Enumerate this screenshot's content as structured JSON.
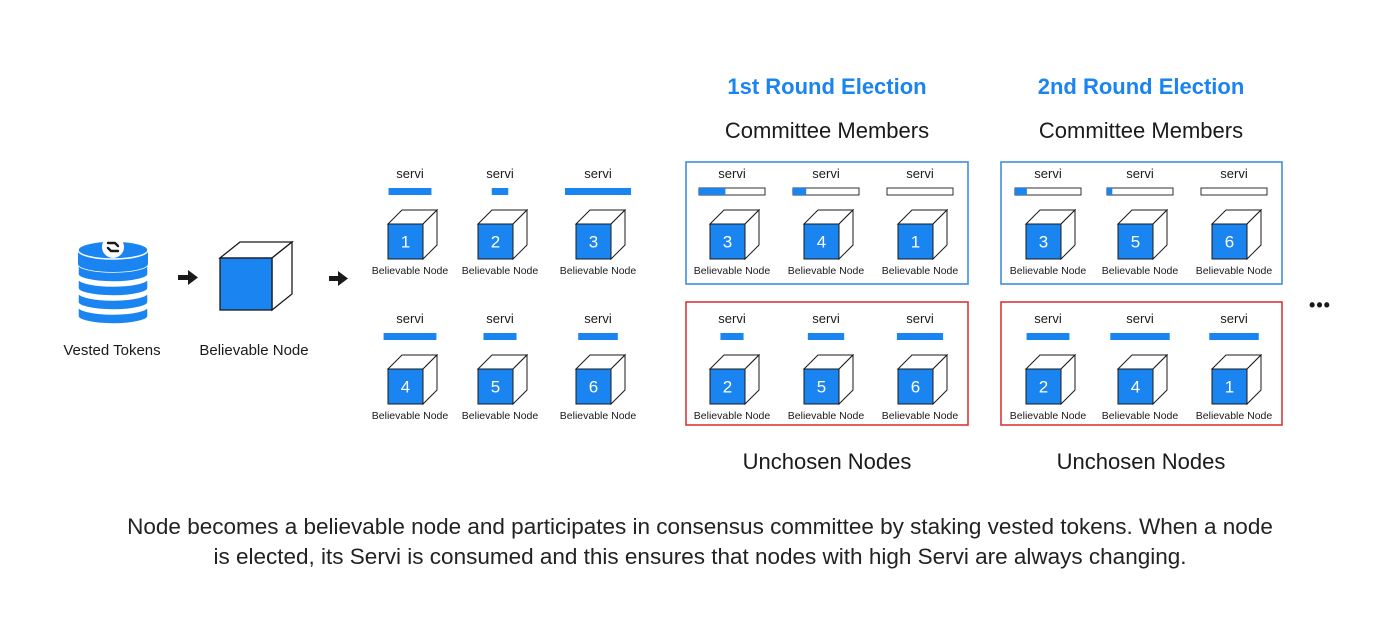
{
  "stake": {
    "vested_label": "Vested Tokens",
    "believable_label": "Believable Node"
  },
  "candidates": {
    "node_label": "Believable Node",
    "servi_label": "servi",
    "nodes": [
      {
        "id": "1",
        "servi": 0.65
      },
      {
        "id": "2",
        "servi": 0.25
      },
      {
        "id": "3",
        "servi": 1.0
      },
      {
        "id": "4",
        "servi": 0.8
      },
      {
        "id": "5",
        "servi": 0.5
      },
      {
        "id": "6",
        "servi": 0.6
      }
    ]
  },
  "round1": {
    "title": "1st Round Election",
    "committee_label": "Committee Members",
    "unchosen_label": "Unchosen Nodes",
    "committee": [
      {
        "id": "3",
        "servi": 0.4
      },
      {
        "id": "4",
        "servi": 0.2
      },
      {
        "id": "1",
        "servi": 0.0
      }
    ],
    "unchosen": [
      {
        "id": "2",
        "servi": 0.35
      },
      {
        "id": "5",
        "servi": 0.55
      },
      {
        "id": "6",
        "servi": 0.7
      }
    ]
  },
  "round2": {
    "title": "2nd Round Election",
    "committee_label": "Committee Members",
    "unchosen_label": "Unchosen Nodes",
    "committee": [
      {
        "id": "3",
        "servi": 0.18
      },
      {
        "id": "5",
        "servi": 0.08
      },
      {
        "id": "6",
        "servi": 0.0
      }
    ],
    "unchosen": [
      {
        "id": "2",
        "servi": 0.65
      },
      {
        "id": "4",
        "servi": 0.9
      },
      {
        "id": "1",
        "servi": 0.75
      }
    ]
  },
  "ellipsis": "•••",
  "caption": {
    "line1": "Node becomes a believable node and participates in consensus committee by staking vested tokens. When a node",
    "line2": "is elected, its Servi is consumed and this ensures that nodes with high Servi are always changing."
  },
  "colors": {
    "accent_blue": "#1a84f0",
    "committee_border": "#3d8fdd",
    "unchosen_border": "#d9383a",
    "text": "#1a1a1a"
  },
  "icons": {
    "tokens": "database-icon",
    "node": "cube-icon",
    "arrow": "arrow-right-icon"
  }
}
